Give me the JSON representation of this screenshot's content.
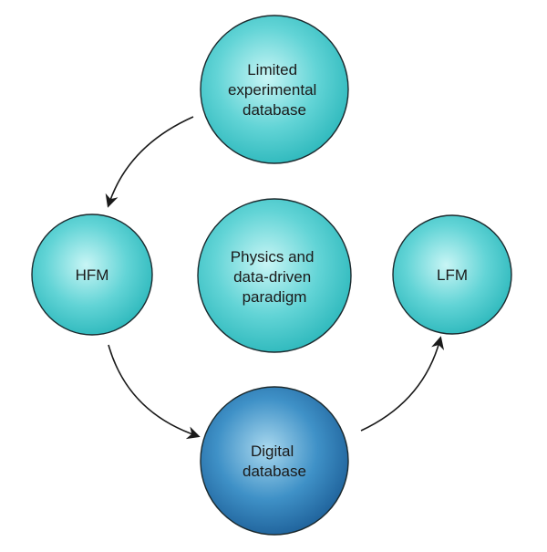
{
  "nodes": {
    "limited": {
      "lines": [
        "Limited",
        "experimental",
        "database"
      ],
      "style": "teal"
    },
    "hfm": {
      "lines": [
        "HFM"
      ],
      "style": "teal"
    },
    "center": {
      "lines": [
        "Physics and",
        "data-driven",
        "paradigm"
      ],
      "style": "teal"
    },
    "lfm": {
      "lines": [
        "LFM"
      ],
      "style": "teal"
    },
    "digital": {
      "lines": [
        "Digital",
        "database"
      ],
      "style": "blue"
    }
  },
  "edges": [
    {
      "from": "limited",
      "to": "hfm"
    },
    {
      "from": "hfm",
      "to": "digital"
    },
    {
      "from": "digital",
      "to": "lfm"
    }
  ],
  "colors": {
    "teal_light": "#c8f5f5",
    "teal_mid": "#62d4d6",
    "teal_dark": "#2bb7bb",
    "blue_light": "#a9d8ee",
    "blue_mid": "#3f91c7",
    "blue_dark": "#1d5f98",
    "outline": "#1c2a2e",
    "text": "#1a1a1a"
  }
}
